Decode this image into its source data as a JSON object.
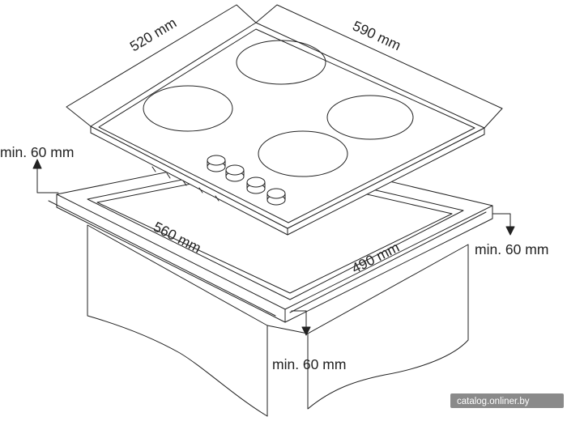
{
  "labels": {
    "width_top": "520 mm",
    "depth_top": "590 mm",
    "cutout_width": "560 mm",
    "cutout_depth": "490 mm",
    "clearance_left": "min. 60 mm",
    "clearance_right": "min. 60 mm",
    "clearance_front": "min. 60 mm"
  },
  "watermark": "catalog.onliner.by",
  "colors": {
    "line": "#222222",
    "hob_fill": "#ffffff",
    "watermark_bg": "#8a8a8a"
  },
  "icons": {
    "clearance_arrow": "arrow-icon"
  }
}
